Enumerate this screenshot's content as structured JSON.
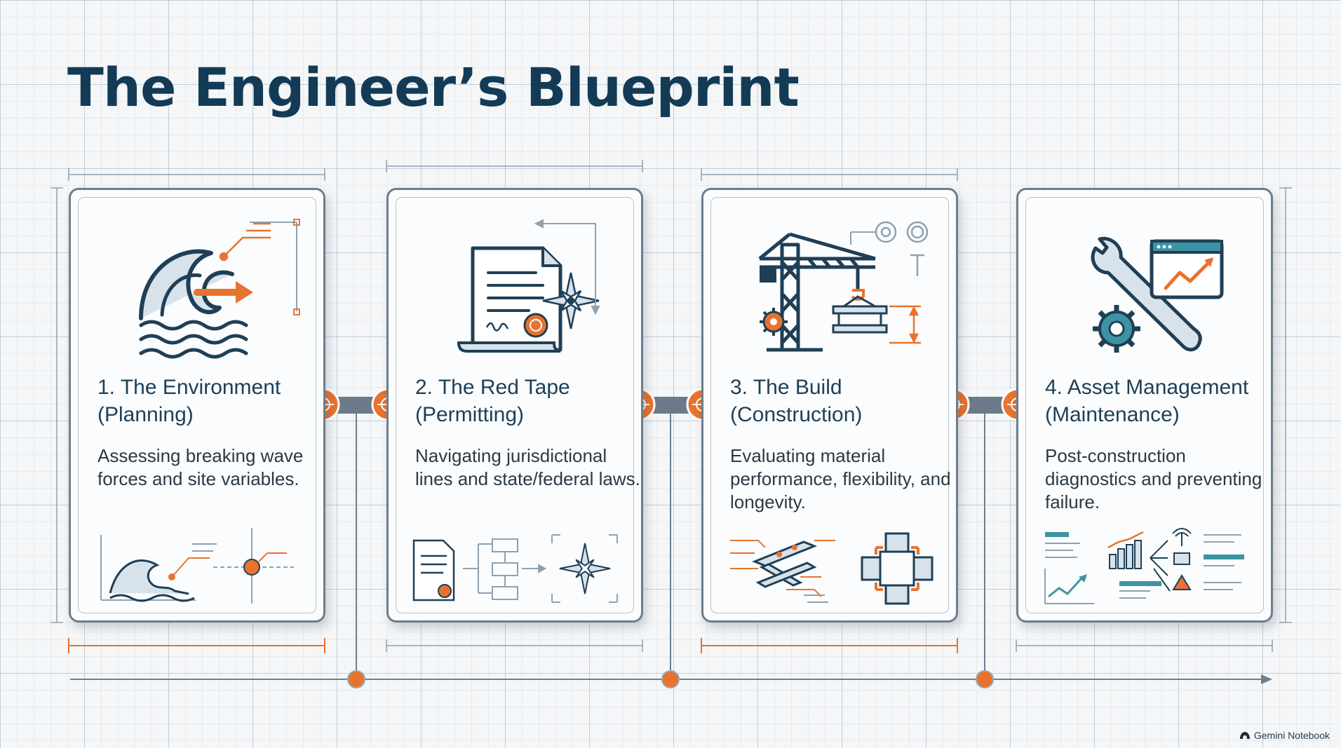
{
  "title": "The Engineer’s Blueprint",
  "steps": [
    {
      "title_line1": "1. The Environment",
      "title_line2": "(Planning)",
      "description": "Assessing breaking wave forces and site variables.",
      "icon": "wave-icon"
    },
    {
      "title_line1": "2. The Red Tape",
      "title_line2": "(Permitting)",
      "description": "Navigating jurisdictional lines and state/federal laws.",
      "icon": "document-icon"
    },
    {
      "title_line1": "3. The Build",
      "title_line2": "(Construction)",
      "description": "Evaluating material performance, flexibility, and longevity.",
      "icon": "crane-icon"
    },
    {
      "title_line1": "4. Asset Management",
      "title_line2": "(Maintenance)",
      "description": "Post-construction diagnostics and preventing failure.",
      "icon": "wrench-gear-icon"
    }
  ],
  "footer": {
    "brand": "Gemini Notebook"
  },
  "colors": {
    "accent": "#e8732e",
    "navy": "#143b55",
    "teal": "#3d93a3",
    "line": "#3e5060"
  }
}
